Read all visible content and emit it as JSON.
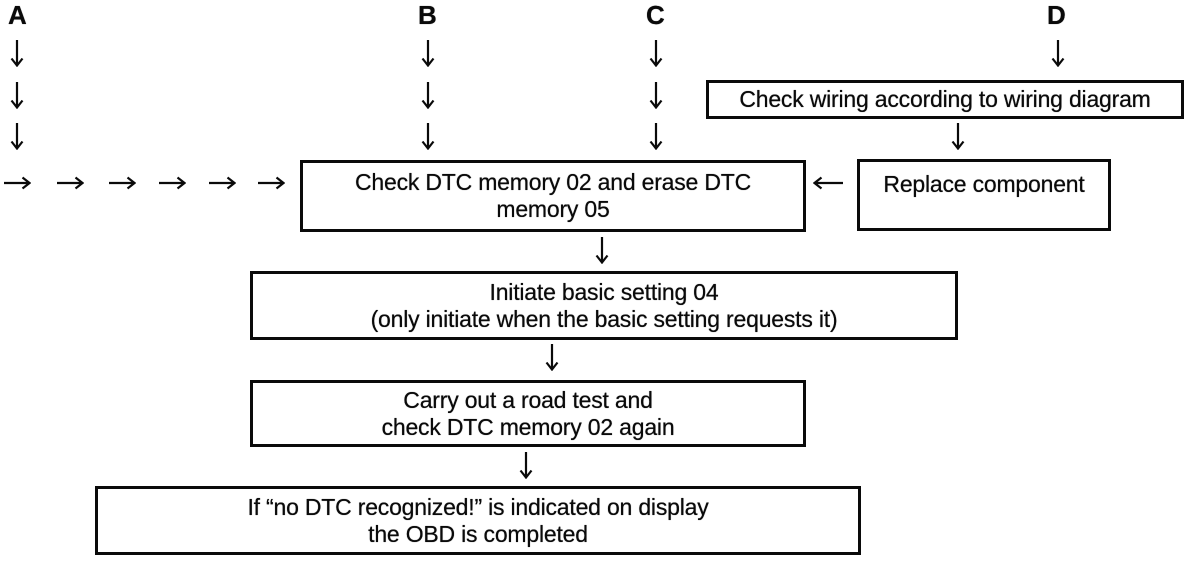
{
  "labels": {
    "a": "A",
    "b": "B",
    "c": "C",
    "d": "D"
  },
  "icons": {
    "arrow_down": "↓",
    "arrow_right": "→",
    "arrow_left": "←"
  },
  "boxes": {
    "check_wiring": {
      "text": "Check wiring according to wiring diagram"
    },
    "replace_component": {
      "text": "Replace component"
    },
    "check_dtc": {
      "line1": "Check DTC memory 02 and erase DTC",
      "line2": "memory 05"
    },
    "initiate_basic": {
      "line1": "Initiate basic setting 04",
      "line2": "(only initiate when the basic setting requests it)"
    },
    "road_test": {
      "line1": "Carry out a road test and",
      "line2": "check DTC memory 02 again"
    },
    "obd_complete": {
      "line1": "If “no DTC recognized!” is indicated on display",
      "line2": "the OBD is completed"
    }
  },
  "colors": {
    "ink": "#0a0a0a",
    "background": "#ffffff"
  }
}
